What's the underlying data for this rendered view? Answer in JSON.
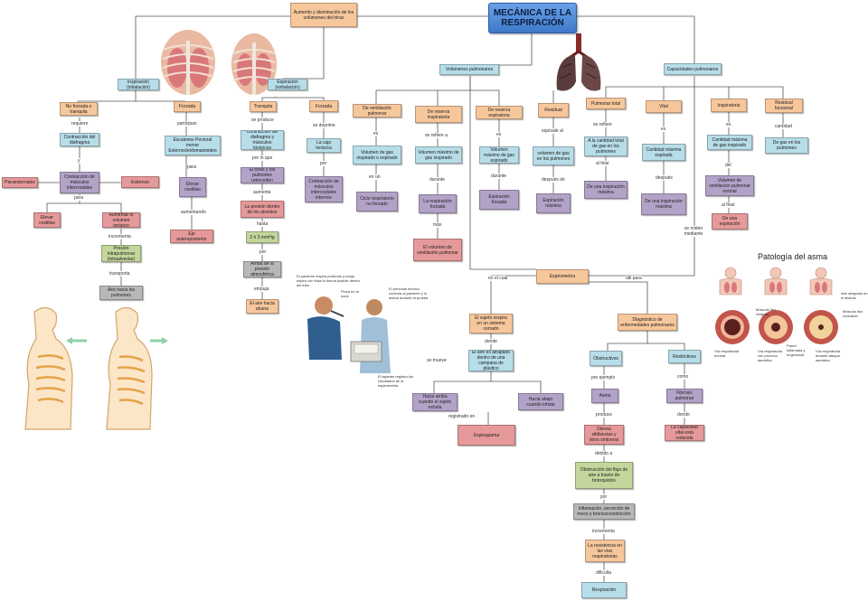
{
  "title": "MECÁNICA DE LA RESPIRACIÓN",
  "nodes": {
    "volumes_changes": "Aumento y disminución de los volúmenes del tórax",
    "inspiracion": "Inspiración (inhalación)",
    "espiracion": "Espiración (exhalación)",
    "volumenes": "Volúmenes pulmonares",
    "capacidades": "Capacidades pulmonares",
    "no_forzada": "No forzada o tranquila",
    "contraccion_diafragma": "Contracción del diafragma",
    "contraccion_intercostales": "Contracción de músculos intercostales",
    "paraesternales": "Paraesternales",
    "externos": "Externos",
    "elevar_costillas_1": "Elevar costillas",
    "aumentar_volumen": "Aumentar el volumen torácico",
    "presion_intrapulmonar": "Presión intrapulmonar (intraalveolar)",
    "aire_pulmones": "Aire hacia los pulmones",
    "forzada_1": "Forzada",
    "escalenos": "Escalenos Pectoral menor Esternocleidomastoideo",
    "elevar_costillas_2": "Elevar costillas",
    "eje": "Eje anteroposterior",
    "tranquila": "Tranquila",
    "contraccion_diafragma_toracicos": "Contracción del diafragma y músculos torácicos",
    "torax_retroceden": "El tórax y los pulmones retroceden",
    "presion_alveolos": "La presión dentro de los alveolos",
    "mmhg": "2 ó 3 mmHg",
    "arriba_presion": "Arriba de la presión atmosférica",
    "aire_afuera": "El aire hacia afuera",
    "forzada_2": "Forzada",
    "caja_toracica": "La caja torácica",
    "contraccion_intercostales_internos": "Contracción de músculos intercostales internos",
    "vent_pulmonar": "De ventilación pulmonar",
    "volumen_gas": "Volumen de gas inspirado o espirado",
    "ciclo": "Ciclo respiratorio no forzado",
    "reserva_insp": "De reserva inspiratoria",
    "volumen_max_insp": "Volumen máximo de gas inspirado",
    "resp_forzada": "La respiración forzada",
    "vol_vent_pulm": "El volumen de ventilación pulmonar",
    "reserva_esp": "De reserva espiratoria",
    "volumen_max_esp": "Volumen máximo de gas espirado",
    "espiracion_forzada": "Espiración forzada",
    "residual": "Residual",
    "volumen_gas_pulmones": "volumen de gas en los pulmones",
    "espiracion_maxima_1": "Espiración máxima",
    "pulmonar_total": "Pulmonar total",
    "cantidad_total": "A la cantidad total de gas en los pulmones",
    "inspiracion_maxima_1": "De una inspiración máxima",
    "vital": "Vital",
    "cantidad_max_espirada": "Cantidad máxima espirada",
    "inspiracion_maxima_2": "De una inspiración máxima",
    "inspiratoria": "Inspiratoria",
    "cantidad_max_gas_insp": "Cantidad máxima de gas inspirado",
    "vol_vent_normal": "Volumen de ventilación pulmonar normal",
    "una_espiracion": "De una espiración",
    "residual_funcional": "Residual funcional",
    "gas_pulmones": "De gas en los pulmones",
    "espirometria": "Espirometría",
    "sujeto_respira": "El sujeto respira en un sistema cerrado",
    "aire_atrapado": "El aire es atrapado dentro de una campana de plástico",
    "hacia_arriba": "Hacia arriba cuando el sujeto exhala",
    "hacia_abajo": "Hacia abajo cuando inhala",
    "espirograma": "Espirograma",
    "diagnostico": "Diagnóstico de enfermedades pulmonares",
    "obstructivos": "Obstructivos",
    "asma": "Asma",
    "disnea": "Disnea sibilancias y otros síntomas",
    "obstruccion": "Obstrucción del flujo de aire a través de bronquiolos",
    "inflamacion": "Inflamación, secreción de moco y broncoconstricción",
    "resistencia": "La resistencia en las vías respiratorias",
    "respiracion": "Respiración",
    "restrictivos": "Restrictivos",
    "fibrosis": "Fibrosis pulmonar",
    "capacidad_vital_reducida": "La capacidad vital está reducida"
  },
  "connectors": {
    "requiere": "requiere",
    "y": "y",
    "para": "para",
    "incrementa_1": "incrementa",
    "transporta": "transporta",
    "participan": "participan",
    "para_2": "para",
    "aumentando": "aumentando",
    "se_produce": "se produce",
    "por_lo_que": "por lo que",
    "aumenta": "aumenta",
    "hasta": "hasta",
    "por": "por",
    "empuja": "empuja",
    "se_deprime": "se deprime",
    "por_2": "por",
    "es_1": "es",
    "en_un": "en un",
    "se_refiere_a": "se refiere a",
    "durante_1": "durante",
    "mas": "más",
    "es_2": "es",
    "durante_2": "durante",
    "equivale_al": "equivale al",
    "despues_de": "después de",
    "se_refiere": "se refiere",
    "al_final_1": "al final",
    "es_3": "es",
    "despues": "después",
    "es_4": "es",
    "del": "del",
    "al_final_2": "al final",
    "cantidad": "cantidad",
    "se_miden_mediante": "se miden mediante",
    "en_el_cual": "en el cual",
    "util_para": "útil para",
    "donde": "donde",
    "se_mueve": "se mueve",
    "registrado_en": "registrado en",
    "por_ejemplo": "por ejemplo",
    "produce": "produce",
    "debido_a": "debido a",
    "por_3": "por",
    "incrementa_2": "incrementa",
    "dificulta": "dificulta",
    "como": "como",
    "donde_2": "donde"
  },
  "images": {
    "asthma_title": "Patología del asma",
    "asthma_labels": {
      "aire_atrapado": "Aire atrapado en el alvéolo",
      "musculo_relajado": "Músculo liso relajado",
      "musculo_contraido": "Músculo liso contraído",
      "via_normal": "Vía respiratoria normal",
      "via_asmatico": "Vía respiratoria con proceso asmático",
      "pared": "Pared inflamada y engrosada",
      "via_ataque": "Vía respiratoria durante ataque asmático"
    },
    "spiro_labels": {
      "paciente": "El paciente respira profundo y luego espira con toda la fuerza posible dentro del tubo",
      "pinza": "Pinza en la nariz",
      "tecnico": "El personal técnico controla al paciente y lo anima durante la prueba",
      "aparato": "El aparato registra los resultados de la espirometría"
    }
  },
  "colors": {
    "orange": "#f7c79c",
    "blue": "#b7dde8",
    "purple": "#b3a2c7",
    "red": "#e6999a",
    "green": "#c3d69b",
    "title": "#4a86d6"
  }
}
